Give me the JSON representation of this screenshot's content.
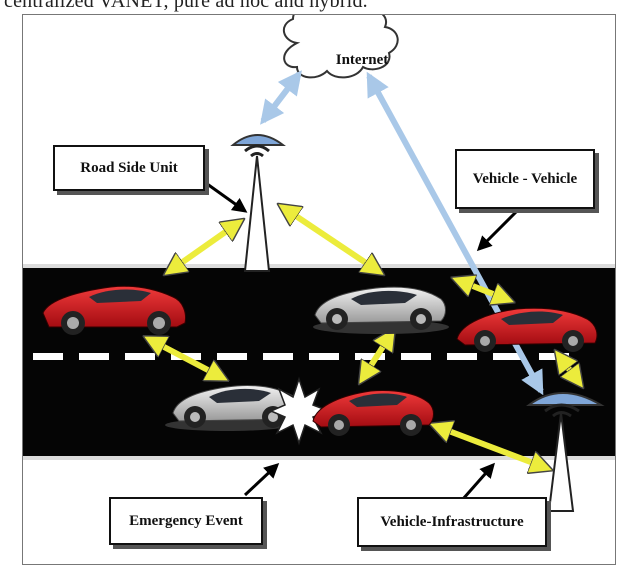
{
  "fragment_text": "centralized VANET, pure ad hoc and hybrid.",
  "internet_label": "Internet",
  "labels": {
    "road_side_unit": "Road Side Unit",
    "vehicle_vehicle": "Vehicle - Vehicle",
    "emergency_event": "Emergency Event",
    "vehicle_infrastructure": "Vehicle-Infrastructure"
  },
  "colors": {
    "road": "#050505",
    "lane_marking": "#ffffff",
    "v2v_arrow": "#ecec3c",
    "internet_arrow": "#a9c8e8",
    "antenna_dish": "#7fa6d8",
    "car_red": "#d8151c",
    "car_silver": "#d5d5d5",
    "cloud_fill": "#ffffff"
  }
}
